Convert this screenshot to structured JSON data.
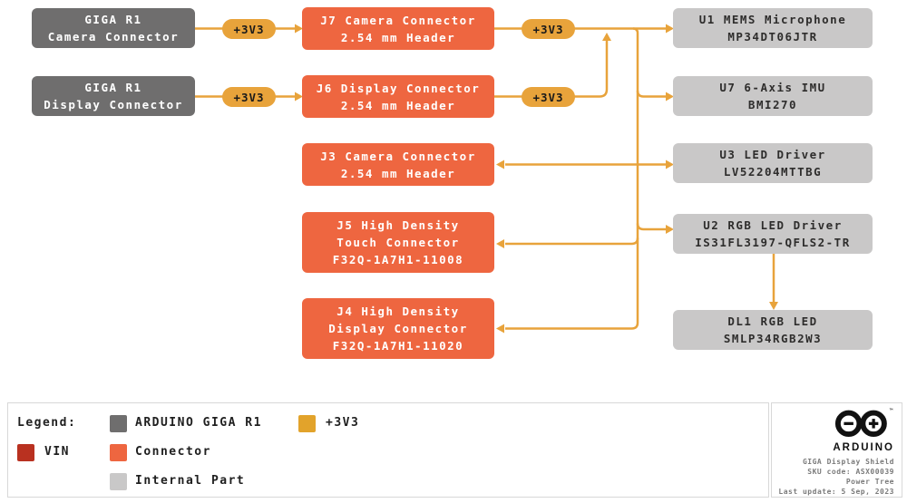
{
  "colors": {
    "arduino_giga_r1": "#6F6E6E",
    "connector": "#EE6640",
    "internal_part": "#C9C8C8",
    "power_3v3": "#E2A32B",
    "vin": "#B93120",
    "wire": "#E8A33B"
  },
  "badge": {
    "label": "+3V3"
  },
  "nodes": {
    "giga_camera": {
      "lines": [
        "GIGA R1",
        "Camera Connector"
      ]
    },
    "giga_display": {
      "lines": [
        "GIGA R1",
        "Display Connector"
      ]
    },
    "j7": {
      "lines": [
        "J7 Camera Connector",
        "2.54 mm Header"
      ]
    },
    "j6": {
      "lines": [
        "J6 Display Connector",
        "2.54 mm Header"
      ]
    },
    "j3": {
      "lines": [
        "J3 Camera Connector",
        "2.54 mm Header"
      ]
    },
    "j5": {
      "lines": [
        "J5 High Density",
        "Touch Connector",
        "F32Q-1A7H1-11008"
      ]
    },
    "j4": {
      "lines": [
        "J4 High Density",
        "Display Connector",
        "F32Q-1A7H1-11020"
      ]
    },
    "u1": {
      "lines": [
        "U1 MEMS Microphone",
        "MP34DT06JTR"
      ]
    },
    "u7": {
      "lines": [
        "U7 6-Axis IMU",
        "BMI270"
      ]
    },
    "u3": {
      "lines": [
        "U3 LED Driver",
        "LV52204MTTBG"
      ]
    },
    "u2": {
      "lines": [
        "U2 RGB LED Driver",
        "IS31FL3197-QFLS2-TR"
      ]
    },
    "dl1": {
      "lines": [
        "DL1 RGB LED",
        "SMLP34RGB2W3"
      ]
    }
  },
  "legend": {
    "title": "Legend:",
    "items": [
      {
        "label": "ARDUINO GIGA R1",
        "color": "#6F6E6E"
      },
      {
        "label": "+3V3",
        "color": "#E2A32B"
      },
      {
        "label": "VIN",
        "color": "#B93120"
      },
      {
        "label": "Connector",
        "color": "#EE6640"
      },
      {
        "label": "Internal Part",
        "color": "#C9C8C8"
      }
    ]
  },
  "brand": {
    "name": "ARDUINO",
    "trademark": "™",
    "info_lines": [
      "GIGA Display Shield",
      "SKU code: ASX00039",
      "Power Tree",
      "Last update: 5 Sep, 2023"
    ]
  }
}
